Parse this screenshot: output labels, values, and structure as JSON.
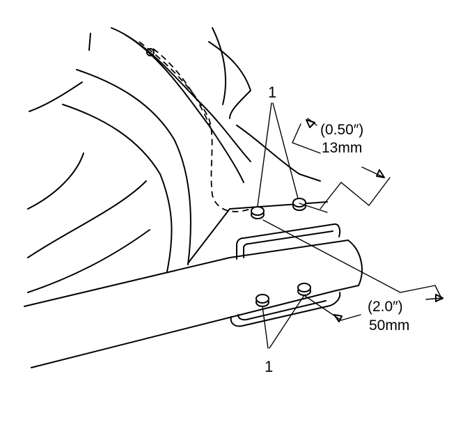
{
  "labels": {
    "callout_top": "1",
    "callout_bottom": "1",
    "dim_top_in": "(0.50″)",
    "dim_top_mm": "13mm",
    "dim_bottom_in": "(2.0″)",
    "dim_bottom_mm": "50mm"
  }
}
